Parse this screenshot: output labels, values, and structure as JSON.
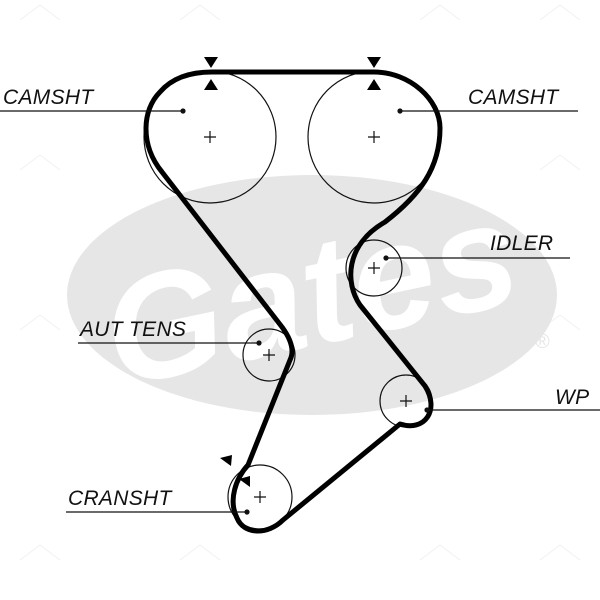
{
  "watermark": {
    "brand_text": "Gates",
    "registered_mark": "®",
    "oval_color": "#e6e6e6"
  },
  "diagram": {
    "belt_color": "#000000",
    "labels": {
      "camshaft_left": "CAMSHT",
      "camshaft_right": "CAMSHT",
      "idler": "IDLER",
      "auto_tensioner": "AUT TENS",
      "water_pump": "WP",
      "crankshaft": "CRANSHT"
    },
    "pulleys": [
      {
        "id": "camshaft-left",
        "label": "CAMSHT"
      },
      {
        "id": "camshaft-right",
        "label": "CAMSHT"
      },
      {
        "id": "idler",
        "label": "IDLER"
      },
      {
        "id": "auto-tensioner",
        "label": "AUT TENS"
      },
      {
        "id": "water-pump",
        "label": "WP"
      },
      {
        "id": "crankshaft",
        "label": "CRANSHT"
      }
    ],
    "timing_marks": [
      "camshaft-left",
      "camshaft-right",
      "crankshaft"
    ]
  }
}
